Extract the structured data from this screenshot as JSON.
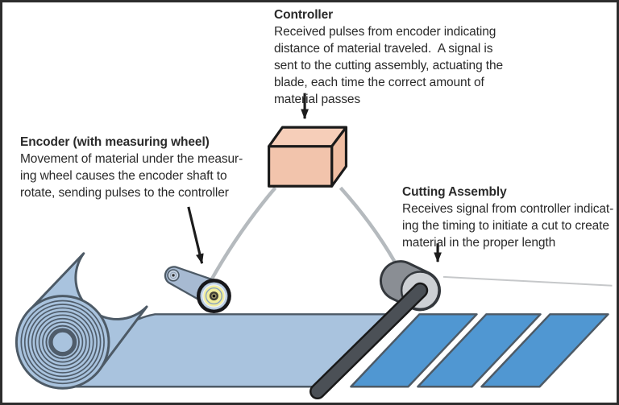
{
  "blocks": {
    "controller": {
      "title": "Controller",
      "lines": [
        "Received pulses from encoder indicating",
        "distance of material traveled.  A signal is",
        "sent to the cutting assembly, actuating the",
        "blade, each time the correct amount of",
        "material passes"
      ]
    },
    "encoder": {
      "title": "Encoder (with measuring wheel)",
      "lines": [
        "Movement of material under the measur-",
        "ing wheel causes the encoder shaft to",
        "rotate, sending pulses to the controller"
      ]
    },
    "cutting_assembly": {
      "title": "Cutting Assembly",
      "lines": [
        "Receives signal from controller indicat-",
        "ing the timing to initiate a cut to create",
        "material in the proper length"
      ]
    }
  },
  "colors": {
    "material_blue": "#a9c3de",
    "cut_piece_blue": "#5097d2",
    "controller_front": "#f2c4ac",
    "controller_top": "#f6ceb9",
    "controller_side": "#efbda2",
    "wheel_yellow": "#f2ef9f",
    "outline_slate": "#4d5a66",
    "wire_gray": "#b5babe",
    "blade_gray": "#4b5056",
    "hub_dark_gray": "#8a8e94",
    "hub_light_gray": "#cdd0d4"
  }
}
